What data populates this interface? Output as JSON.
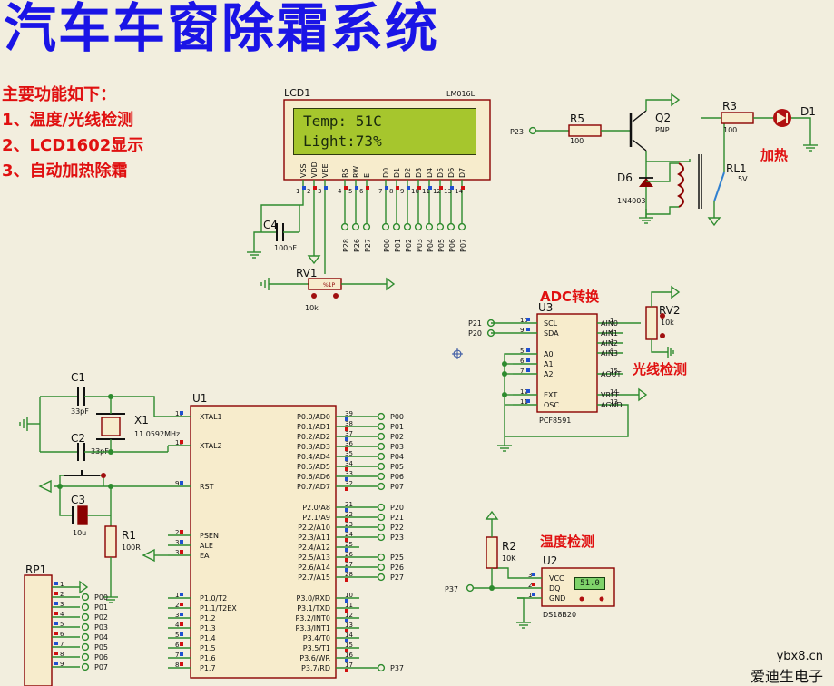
{
  "title": "汽车车窗除霜系统",
  "features": {
    "heading": "主要功能如下：",
    "items": [
      "1、温度/光线检测",
      "2、LCD1602显示",
      "3、自动加热除霜"
    ]
  },
  "labels": {
    "adc": "ADC转换",
    "light": "光线检测",
    "temp": "温度检测",
    "heat": "加热"
  },
  "lcd": {
    "ref": "LCD1",
    "model": "LM016L",
    "line1": "Temp: 51C",
    "line2": "Light:73%",
    "pins": [
      "VSS",
      "VDD",
      "VEE",
      "RS",
      "RW",
      "E",
      "D0",
      "D1",
      "D2",
      "D3",
      "D4",
      "D5",
      "D6",
      "D7"
    ],
    "pin_nums": [
      "1",
      "2",
      "3",
      "4",
      "5",
      "6",
      "7",
      "8",
      "9",
      "10",
      "11",
      "12",
      "13",
      "14"
    ],
    "nets": [
      "P28",
      "P26",
      "P27",
      "P00",
      "P01",
      "P02",
      "P03",
      "P04",
      "P05",
      "P06",
      "P07"
    ]
  },
  "c4": {
    "ref": "C4",
    "value": "100pF"
  },
  "rv1": {
    "ref": "RV1",
    "value": "10k",
    "mark": "%1P"
  },
  "q2": {
    "ref": "Q2",
    "type": "PNP"
  },
  "r5": {
    "ref": "R5",
    "value": "100",
    "net": "P23"
  },
  "d6": {
    "ref": "D6",
    "value": "1N4003"
  },
  "r3": {
    "ref": "R3",
    "value": "100"
  },
  "d1": {
    "ref": "D1"
  },
  "rl1": {
    "ref": "RL1",
    "value": "5V"
  },
  "u3": {
    "ref": "U3",
    "part": "PCF8591",
    "left_pins": [
      {
        "num": "10",
        "name": "SCL",
        "net": "P21"
      },
      {
        "num": "9",
        "name": "SDA",
        "net": "P20"
      },
      {
        "num": "5",
        "name": "A0"
      },
      {
        "num": "6",
        "name": "A1"
      },
      {
        "num": "7",
        "name": "A2"
      },
      {
        "num": "12",
        "name": "EXT"
      },
      {
        "num": "11",
        "name": "OSC"
      }
    ],
    "right_pins": [
      {
        "num": "1",
        "name": "AIN0"
      },
      {
        "num": "2",
        "name": "AIN1"
      },
      {
        "num": "3",
        "name": "AIN2"
      },
      {
        "num": "4",
        "name": "AIN3"
      },
      {
        "num": "15",
        "name": "AOUT"
      },
      {
        "num": "14",
        "name": "VREF"
      },
      {
        "num": "13",
        "name": "AGND"
      }
    ]
  },
  "rv2": {
    "ref": "RV2",
    "value": "10k"
  },
  "c1": {
    "ref": "C1",
    "value": "33pF"
  },
  "c2": {
    "ref": "C2",
    "value": "33pF"
  },
  "c3": {
    "ref": "C3",
    "value": "10u"
  },
  "x1": {
    "ref": "X1",
    "value": "11.0592MHz"
  },
  "r1": {
    "ref": "R1",
    "value": "100R"
  },
  "r2": {
    "ref": "R2",
    "value": "10K",
    "net": "P37"
  },
  "rp1": {
    "ref": "RP1",
    "pins": [
      "1",
      "2",
      "3",
      "4",
      "5",
      "6",
      "7",
      "8",
      "9"
    ],
    "nets": [
      "P00",
      "P01",
      "P02",
      "P03",
      "P04",
      "P05",
      "P06",
      "P07"
    ]
  },
  "u1": {
    "ref": "U1",
    "left_pins": [
      {
        "num": "19",
        "name": "XTAL1"
      },
      {
        "num": "18",
        "name": "XTAL2"
      },
      {
        "num": "9",
        "name": "RST"
      },
      {
        "num": "29",
        "name": "PSEN"
      },
      {
        "num": "30",
        "name": "ALE"
      },
      {
        "num": "31",
        "name": "EA"
      },
      {
        "num": "1",
        "name": "P1.0/T2"
      },
      {
        "num": "2",
        "name": "P1.1/T2EX"
      },
      {
        "num": "3",
        "name": "P1.2"
      },
      {
        "num": "4",
        "name": "P1.3"
      },
      {
        "num": "5",
        "name": "P1.4"
      },
      {
        "num": "6",
        "name": "P1.5"
      },
      {
        "num": "7",
        "name": "P1.6"
      },
      {
        "num": "8",
        "name": "P1.7"
      }
    ],
    "right_pins": [
      {
        "num": "39",
        "name": "P0.0/AD0",
        "net": "P00"
      },
      {
        "num": "38",
        "name": "P0.1/AD1",
        "net": "P01"
      },
      {
        "num": "37",
        "name": "P0.2/AD2",
        "net": "P02"
      },
      {
        "num": "36",
        "name": "P0.3/AD3",
        "net": "P03"
      },
      {
        "num": "35",
        "name": "P0.4/AD4",
        "net": "P04"
      },
      {
        "num": "34",
        "name": "P0.5/AD5",
        "net": "P05"
      },
      {
        "num": "33",
        "name": "P0.6/AD6",
        "net": "P06"
      },
      {
        "num": "32",
        "name": "P0.7/AD7",
        "net": "P07"
      },
      {
        "num": "21",
        "name": "P2.0/A8",
        "net": "P20"
      },
      {
        "num": "22",
        "name": "P2.1/A9",
        "net": "P21"
      },
      {
        "num": "23",
        "name": "P2.2/A10",
        "net": "P22"
      },
      {
        "num": "24",
        "name": "P2.3/A11",
        "net": "P23"
      },
      {
        "num": "25",
        "name": "P2.4/A12",
        "net": ""
      },
      {
        "num": "26",
        "name": "P2.5/A13",
        "net": "P25"
      },
      {
        "num": "27",
        "name": "P2.6/A14",
        "net": "P26"
      },
      {
        "num": "28",
        "name": "P2.7/A15",
        "net": "P27"
      },
      {
        "num": "10",
        "name": "P3.0/RXD",
        "net": ""
      },
      {
        "num": "11",
        "name": "P3.1/TXD",
        "net": ""
      },
      {
        "num": "12",
        "name": "P3.2/INT0",
        "net": ""
      },
      {
        "num": "13",
        "name": "P3.3/INT1",
        "net": ""
      },
      {
        "num": "14",
        "name": "P3.4/T0",
        "net": ""
      },
      {
        "num": "15",
        "name": "P3.5/T1",
        "net": ""
      },
      {
        "num": "16",
        "name": "P3.6/WR",
        "net": ""
      },
      {
        "num": "17",
        "name": "P3.7/RD",
        "net": "P37"
      }
    ]
  },
  "u2": {
    "ref": "U2",
    "part": "DS18B20",
    "pins": [
      {
        "num": "3",
        "name": "VCC"
      },
      {
        "num": "2",
        "name": "DQ"
      },
      {
        "num": "1",
        "name": "GND"
      }
    ],
    "display": "51.0"
  },
  "watermark": {
    "site": "ybx8.cn",
    "brand": "爱迪生电子"
  },
  "colors": {
    "wire": "#2e8b2e",
    "body": "#8b0000",
    "fill": "#f7eccc",
    "label": "#111111",
    "accent": "#e01010",
    "title": "#1a14e6"
  }
}
